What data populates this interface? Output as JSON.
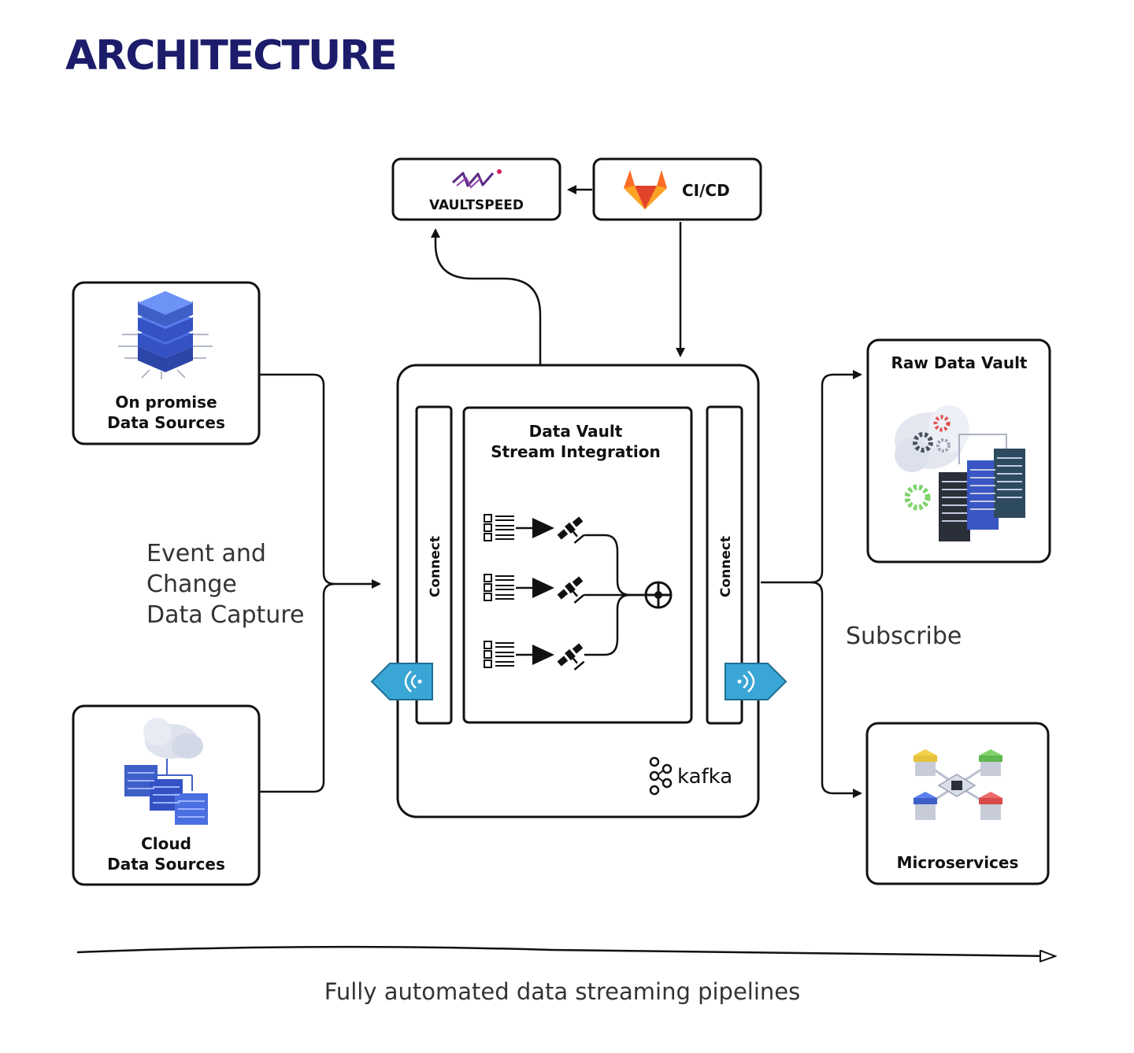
{
  "title": "ARCHITECTURE",
  "nodes": {
    "vaultspeed": {
      "label": "VAULTSPEED",
      "logo_icon": "vaultspeed-logo-icon"
    },
    "cicd": {
      "label": "CI/CD",
      "logo_icon": "gitlab-fox-icon"
    },
    "on_premise": {
      "line1": "On promise",
      "line2": "Data Sources",
      "icon": "server-stack-icon"
    },
    "cloud_sources": {
      "line1": "Cloud",
      "line2": "Data Sources",
      "icon": "cloud-servers-icon"
    },
    "raw_data_vault": {
      "label": "Raw Data Vault",
      "icon": "cloud-gears-servers-icon"
    },
    "microservices": {
      "label": "Microservices",
      "icon": "microservices-network-icon"
    },
    "core": {
      "title_line1": "Data Vault",
      "title_line2": "Stream Integration",
      "connect_left": "Connect",
      "connect_right": "Connect",
      "platform_label": "kafka",
      "platform_icon": "kafka-logo-icon"
    }
  },
  "edge_labels": {
    "capture": [
      "Event and",
      "Change",
      "Data Capture"
    ],
    "subscribe": "Subscribe"
  },
  "footer": "Fully automated data streaming pipelines",
  "colors": {
    "title": "#1c1c6b",
    "connector_badge": "#3aa6d6",
    "server_blue": "#3f5fc8",
    "gitlab_orange": "#e2432a",
    "vaultspeed_purple": "#5b2a86",
    "vaultspeed_pink": "#d61f5c"
  }
}
